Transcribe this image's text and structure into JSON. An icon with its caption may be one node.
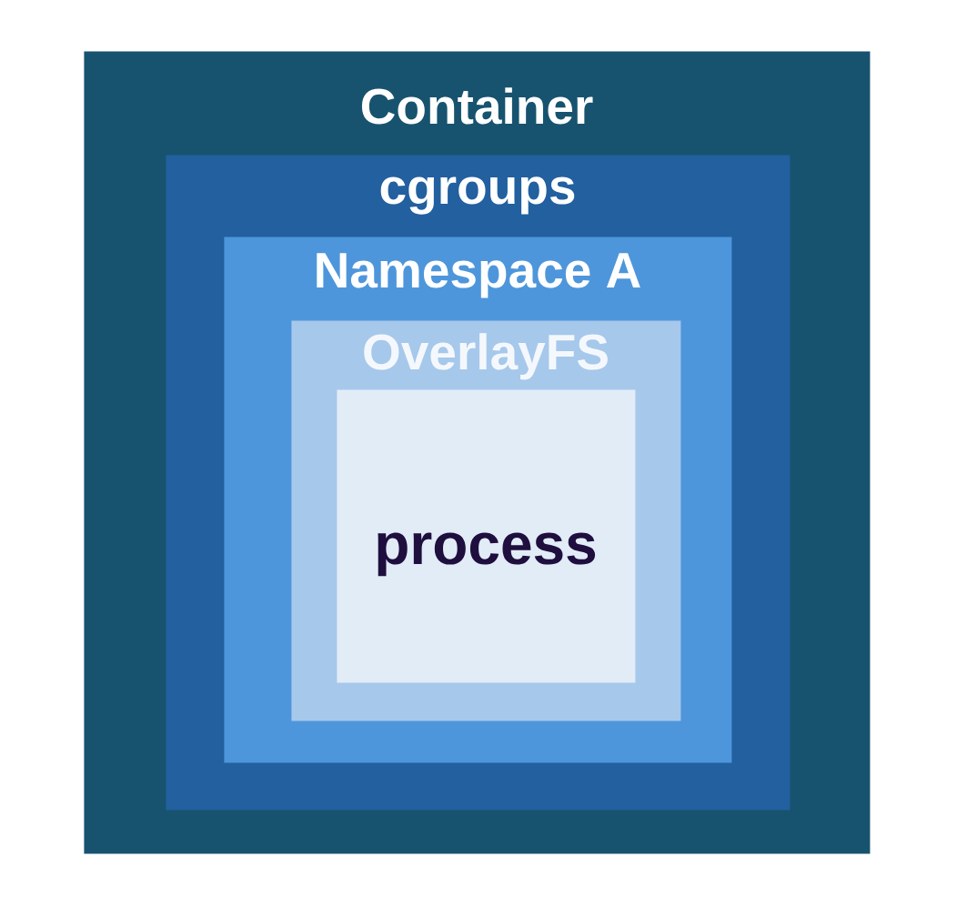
{
  "diagram": {
    "nodes": [
      {
        "text": [
          "Container"
        ]
      },
      {
        "text": [
          "cgroups"
        ],
        "in": 0
      },
      {
        "text": [
          "Namespace A"
        ],
        "in": 1
      },
      {
        "text": [
          "OverlayFS"
        ],
        "in": 2
      },
      {
        "text": [
          "process"
        ],
        "in": 3
      }
    ]
  }
}
